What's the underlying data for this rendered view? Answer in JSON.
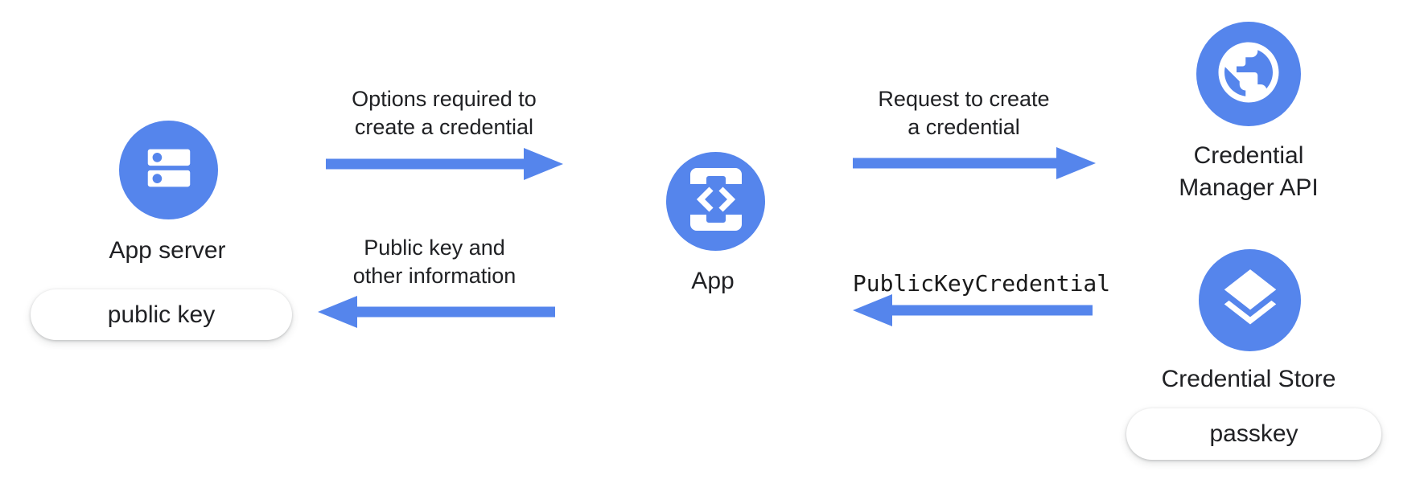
{
  "colors": {
    "accent_blue": "#5585EC",
    "text_dark": "#202124",
    "badge_background": "#FFFFFF"
  },
  "nodes": {
    "app_server": {
      "label": "App server",
      "icon": "server-icon",
      "badge": "public key"
    },
    "app": {
      "label": "App",
      "icon": "phone-code-icon"
    },
    "credential_manager": {
      "label_lines": [
        "Credential",
        "Manager API"
      ],
      "icon": "globe-icon"
    },
    "credential_store": {
      "label": "Credential Store",
      "icon": "layers-icon",
      "badge": "passkey"
    }
  },
  "arrows": {
    "server_to_app": {
      "direction": "right",
      "label_lines": [
        "Options required to",
        "create a credential"
      ]
    },
    "app_to_server": {
      "direction": "left",
      "label_lines": [
        "Public key and",
        "other information"
      ]
    },
    "app_to_credman": {
      "direction": "right",
      "label_lines": [
        "Request to create",
        "a credential"
      ]
    },
    "credman_to_app": {
      "direction": "left",
      "label": "PublicKeyCredential"
    }
  }
}
